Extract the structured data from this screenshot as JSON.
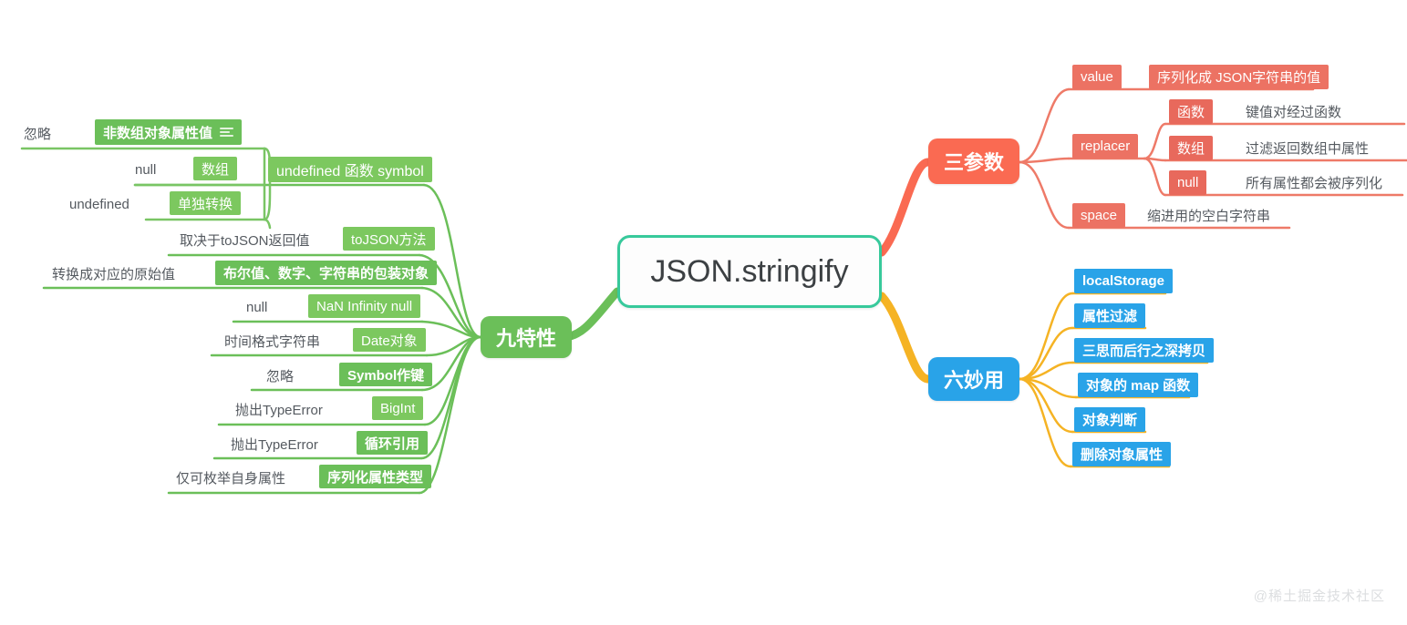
{
  "root": {
    "label": "JSON.stringify",
    "color": "#37c99b"
  },
  "colors": {
    "green": "#6bbf59",
    "coral": "#fa6a52",
    "blue": "#29a3e8",
    "amber": "#f5b324",
    "teal": "#37c99b"
  },
  "watermark": "@稀土掘金技术社区",
  "left_branch": {
    "trunk_label": "九特性",
    "color": "#6bbf59",
    "features": [
      {
        "chip": "undefined 函数 symbol",
        "note": "",
        "children": [
          {
            "chip": "非数组对象属性值",
            "desc": "忽略",
            "has_note_icon": true
          },
          {
            "chip": "数组",
            "desc": "null",
            "has_note_icon": false
          },
          {
            "chip": "单独转换",
            "desc": "undefined",
            "has_note_icon": false
          }
        ]
      },
      {
        "chip": "toJSON方法",
        "desc": "取决于toJSON返回值"
      },
      {
        "chip": "布尔值、数字、字符串的包装对象",
        "desc": "转换成对应的原始值"
      },
      {
        "chip": "NaN Infinity null",
        "desc": "null"
      },
      {
        "chip": "Date对象",
        "desc": "时间格式字符串"
      },
      {
        "chip": "Symbol作键",
        "desc": "忽略"
      },
      {
        "chip": "BigInt",
        "desc": "抛出TypeError"
      },
      {
        "chip": "循环引用",
        "desc": "抛出TypeError"
      },
      {
        "chip": "序列化属性类型",
        "desc": "仅可枚举自身属性"
      }
    ]
  },
  "right_top_branch": {
    "trunk_label": "三参数",
    "color": "#fa6a52",
    "params": [
      {
        "name": "value",
        "desc": "序列化成 JSON字符串的值",
        "desc_filled": true,
        "children": []
      },
      {
        "name": "replacer",
        "desc": "",
        "desc_filled": false,
        "children": [
          {
            "chip": "函数",
            "desc": "键值对经过函数"
          },
          {
            "chip": "数组",
            "desc": "过滤返回数组中属性"
          },
          {
            "chip": "null",
            "desc": "所有属性都会被序列化"
          }
        ]
      },
      {
        "name": "space",
        "desc": "缩进用的空白字符串",
        "desc_filled": false,
        "children": []
      }
    ]
  },
  "right_bottom_branch": {
    "trunk_label": "六妙用",
    "color": "#29a3e8",
    "items": [
      {
        "label": "localStorage"
      },
      {
        "label": "属性过滤"
      },
      {
        "label": "三思而后行之深拷贝"
      },
      {
        "label": "对象的 map 函数"
      },
      {
        "label": "对象判断"
      },
      {
        "label": "删除对象属性"
      }
    ]
  }
}
